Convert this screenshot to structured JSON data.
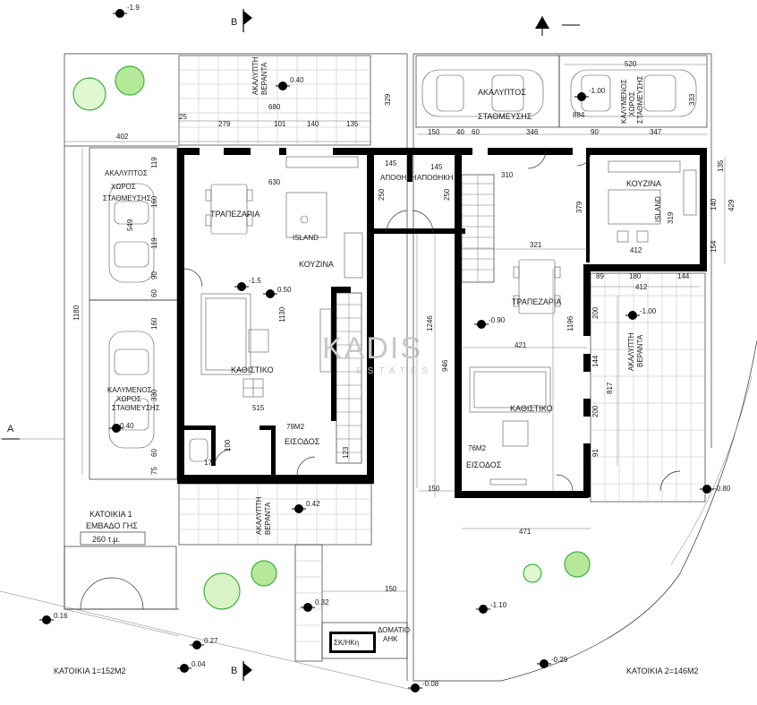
{
  "sections": {
    "b_top": "B",
    "b_bottom": "B",
    "a": "A"
  },
  "levels": {
    "top_left": "-1.9",
    "front_top": "0.40",
    "living1_a": "-1.5",
    "living1_b": "0.50",
    "parking_left": "0.40",
    "veranda_front": "0.42",
    "entry_garden": "0.32",
    "street_1": "0.16",
    "street_2": "0.27",
    "street_3": "0.04",
    "street_4": "-0.08",
    "street_5": "-0.29",
    "garden_right": "-1.10",
    "parking_right": "-1.00",
    "dining2": "-0.90",
    "veranda_right": "-1.00",
    "corner_right": "-0.80"
  },
  "rooms": {
    "open_parking_top": "ΑΚΑΛΥΠΤΟΣ",
    "parking_space_top": "ΣΤΑΘΜΕΥΣΗΣ",
    "covered_parking_top_1": "ΚΑΛΥΜΕΝΟΣ",
    "covered_parking_top_2": "ΧΩΡΟΣ",
    "covered_parking_top_3": "ΣΤΑΘΜΕΥΣΗΣ",
    "open_parking_left_1": "ΑΚΑΛΥΠΤΟΣ",
    "open_parking_left_2": "ΧΩΡΟΣ",
    "open_parking_left_3": "ΣΤΑΘΜΕΥΣΗΣ",
    "covered_parking_left_1": "ΚΑΛΥΜΕΝΟΣ",
    "covered_parking_left_2": "ΧΩΡΟΣ",
    "covered_parking_left_3": "ΣΤΑΘΜΕΥΣΗΣ",
    "veranda_top_1": "ΑΚΑΛΥΠΤΗ",
    "veranda_top_2": "ΒΕΡΑΝΤΑ",
    "dining_1": "ΤΡΑΠΕΖΑΡΙΑ",
    "kitchen_1": "ΚΟΥΖΙΝΑ",
    "island_1": "ISLAND",
    "living_1": "ΚΑΘΙΣΤΙΚΟ",
    "area_1": "79M2",
    "entrance_1": "ΕΙΣΟΔΟΣ",
    "storage_1": "ΑΠΟΘΗΚΗ",
    "storage_2": "ΑΠΟΘΗΚΗ",
    "kitchen_2": "ΚΟΥΖΙΝΑ",
    "island_2": "ISLAND",
    "dining_2": "ΤΡΑΠΕΖΑΡΙΑ",
    "living_2": "ΚΑΘΙΣΤΙΚΟ",
    "area_2": "76M2",
    "entrance_2": "ΕΙΣΟΔΟΣ",
    "veranda_right_1": "ΑΚΑΛΥΠΤΗ",
    "veranda_right_2": "ΒΕΡΑΝΤΑ",
    "veranda_front_1": "ΑΚΑΛΥΠΤΗ",
    "veranda_front_2": "ΒΕΡΑΝΤΑ",
    "meter_box": "ΣΚ/ΗΚη",
    "meter_room_1": "ΔΟΜΑΤΙΟ",
    "meter_room_2": "ΑΗΚ"
  },
  "plot": {
    "title": "ΚΑΤΟΙΚΙΑ 1",
    "subtitle": "ΕΜΒΑΔΟ ΓΗΣ",
    "area": "260 τ.μ."
  },
  "footer": {
    "house1": "ΚΑΤΟΙΚΙΑ 1=152M2",
    "house2": "ΚΑΤΟΙΚΙΑ 2=146M2"
  },
  "watermark": {
    "main": "KADIS",
    "sub": "ESTATES"
  },
  "dims": {
    "d680": "680",
    "d329": "329",
    "d25": "25",
    "d279": "279",
    "d101": "101",
    "d140a": "140",
    "d135a": "135",
    "d402": "402",
    "d630": "630",
    "d549": "549",
    "d119a": "119",
    "d160a": "160",
    "d119b": "119",
    "d90a": "90",
    "d60a": "60",
    "d160b": "160",
    "d330": "330",
    "d75": "75",
    "d60b": "60",
    "d1180": "1180",
    "d1130": "1130",
    "d515": "515",
    "d170": "170",
    "d123": "123",
    "d100": "100",
    "d145a": "145",
    "d145b": "145",
    "d250a": "250",
    "d250b": "250",
    "d1246": "1246",
    "d946": "946",
    "d150a": "150",
    "d150b": "150",
    "d40": "40",
    "d60c": "60",
    "d346": "346",
    "d90b": "90",
    "d347": "347",
    "d520": "520",
    "d884": "884",
    "d333": "333",
    "d310": "310",
    "d379": "379",
    "d319": "319",
    "d321": "321",
    "d412a": "412",
    "d140b": "140",
    "d135b": "135",
    "d429": "429",
    "d154": "154",
    "d89": "89",
    "d180": "180",
    "d144a": "144",
    "d412b": "412",
    "d200a": "200",
    "d1196": "1196",
    "d421": "421",
    "d144b": "144",
    "d817": "817",
    "d200b": "200",
    "d91": "91",
    "d471": "471",
    "d150c": "150"
  }
}
